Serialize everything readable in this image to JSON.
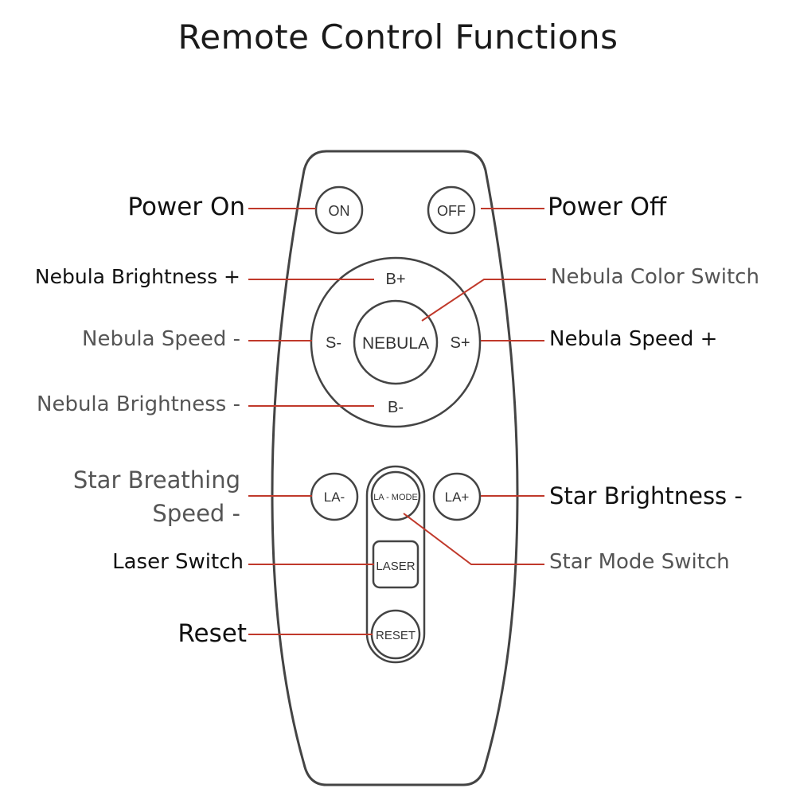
{
  "title": "Remote Control Functions",
  "colors": {
    "leader_line": "#c0392b",
    "outline": "#444444",
    "label_dark": "#111111",
    "label_gray": "#555555"
  },
  "buttons": {
    "on": "ON",
    "off": "OFF",
    "b_plus": "B+",
    "b_minus": "B-",
    "s_minus": "S-",
    "s_plus": "S+",
    "nebula": "NEBULA",
    "la_minus": "LA-",
    "la_plus": "LA+",
    "la_mode": "LA - MODE",
    "laser": "LASER",
    "reset": "RESET"
  },
  "labels": {
    "power_on": "Power On",
    "power_off": "Power Off",
    "nebula_brightness_plus": "Nebula Brightness +",
    "nebula_color_switch": "Nebula Color Switch",
    "nebula_speed_minus": "Nebula Speed -",
    "nebula_speed_plus": "Nebula Speed +",
    "nebula_brightness_minus": "Nebula Brightness -",
    "star_breathing_speed_minus_line1": "Star Breathing",
    "star_breathing_speed_minus_line2": "Speed -",
    "star_brightness_minus": "Star Brightness -",
    "laser_switch": "Laser Switch",
    "star_mode_switch": "Star Mode Switch",
    "reset": "Reset"
  }
}
